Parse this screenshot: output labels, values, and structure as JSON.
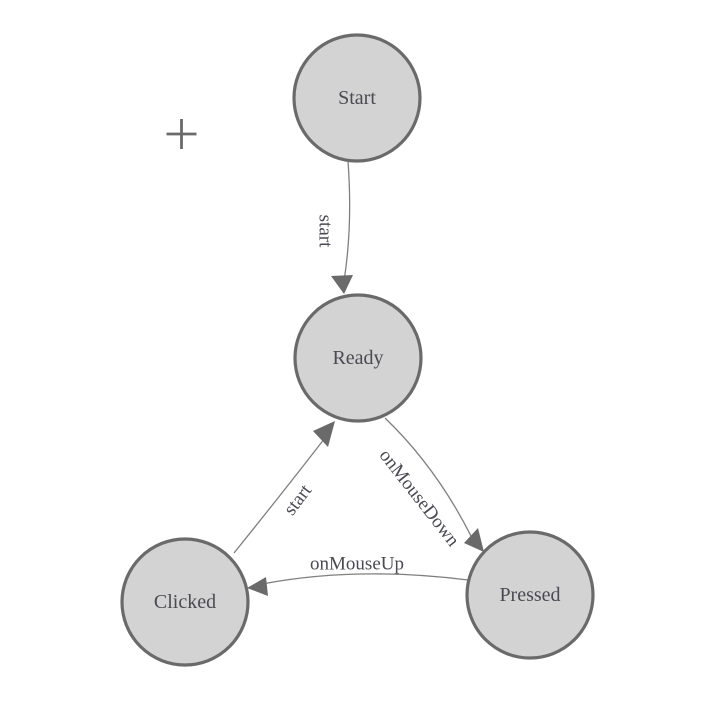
{
  "colors": {
    "background": "#ffffff",
    "node_fill": "#d3d3d3",
    "node_stroke": "#6a6a6a",
    "edge_line": "#7f7f7f",
    "arrowhead": "#6a6a6a",
    "text": "#4a4a52"
  },
  "icons": {
    "canvas_cursor": "plus-crosshair-icon"
  },
  "diagram": {
    "type": "state-machine",
    "nodes": [
      {
        "id": "start",
        "label": "Start"
      },
      {
        "id": "ready",
        "label": "Ready"
      },
      {
        "id": "clicked",
        "label": "Clicked"
      },
      {
        "id": "pressed",
        "label": "Pressed"
      }
    ],
    "edges": [
      {
        "from": "Start",
        "to": "Ready",
        "label": "start"
      },
      {
        "from": "Ready",
        "to": "Pressed",
        "label": "onMouseDown"
      },
      {
        "from": "Pressed",
        "to": "Clicked",
        "label": "onMouseUp"
      },
      {
        "from": "Clicked",
        "to": "Ready",
        "label": "start"
      }
    ]
  }
}
